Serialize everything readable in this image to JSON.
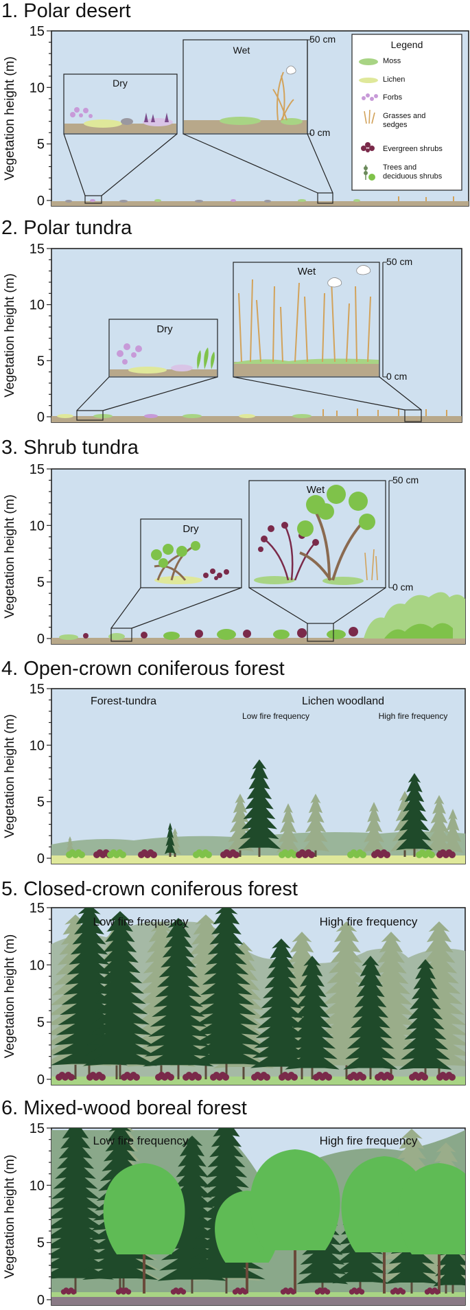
{
  "axis_label": "Vegetation height (m)",
  "ticks": [
    "0",
    "5",
    "10",
    "15"
  ],
  "scale_top": "50 cm",
  "scale_bottom": "0 cm",
  "colors": {
    "sky": "#cfe0ef",
    "moss": "#a8d484",
    "lichen": "#dfe89a",
    "ground": "#b8a88a",
    "grass": "#d2a25a",
    "evergreen_shrub": "#7a2a4a",
    "shrub_green": "#7fc24a",
    "shrub_stem": "#8a6a50",
    "dark_conifer": "#1f4a2a",
    "mid_conifer": "#7c9a6c",
    "light_conifer": "#9aad8a",
    "deciduous": "#5fbb55",
    "forb": "#c79ad8"
  },
  "legend": {
    "title": "Legend",
    "items": [
      {
        "label": "Moss",
        "icon": "moss-icon"
      },
      {
        "label": "Lichen",
        "icon": "lichen-icon"
      },
      {
        "label": "Forbs",
        "icon": "forbs-icon"
      },
      {
        "label": "Grasses and sedges",
        "icon": "grass-icon"
      },
      {
        "label": "Evergreen shrubs",
        "icon": "evergreen-shrub-icon"
      },
      {
        "label": "Trees and deciduous shrubs",
        "icon": "tree-icon"
      }
    ]
  },
  "panels": [
    {
      "title": "1. Polar desert",
      "dry": "Dry",
      "wet": "Wet"
    },
    {
      "title": "2. Polar tundra",
      "dry": "Dry",
      "wet": "Wet"
    },
    {
      "title": "3. Shrub tundra",
      "dry": "Dry",
      "wet": "Wet"
    },
    {
      "title": "4. Open-crown coniferous forest",
      "left": "Forest-tundra",
      "right": "Lichen woodland",
      "sub_left": "Low fire frequency",
      "sub_right": "High fire frequency"
    },
    {
      "title": "5. Closed-crown coniferous forest",
      "left": "Low fire frequency",
      "right": "High fire frequency"
    },
    {
      "title": "6. Mixed-wood boreal forest",
      "left": "Low fire frequency",
      "right": "High fire frequency"
    }
  ]
}
